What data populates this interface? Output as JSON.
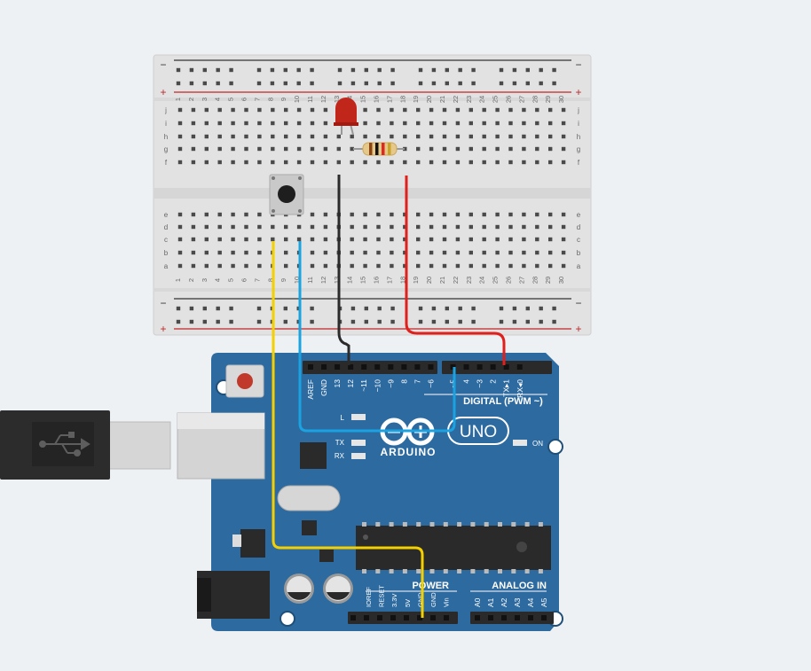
{
  "breadboard": {
    "rail_plus": "+",
    "rail_minus": "−",
    "rows_top": [
      "j",
      "i",
      "h",
      "g",
      "f"
    ],
    "rows_bottom": [
      "e",
      "d",
      "c",
      "b",
      "a"
    ],
    "column_count": 30
  },
  "components": {
    "led": {
      "color": "#c0261a"
    },
    "resistor": {
      "bands": [
        "#8b4513",
        "#111111",
        "#d62d20",
        "#c9a227"
      ]
    },
    "pushbutton": {}
  },
  "wires": {
    "gnd_wire": "#2b2b2b",
    "pin3_wire": "#e0201c",
    "pin7_wire": "#1aa3e0",
    "power_wire": "#f5d000"
  },
  "arduino": {
    "board_color": "#2d6a9f",
    "logo_text": "ARDUINO",
    "uno_text": "UNO",
    "digital_label": "DIGITAL (PWM ~)",
    "digital_pins": [
      "AREF",
      "GND",
      "13",
      "12",
      "~11",
      "~10",
      "~9",
      "8",
      "7",
      "~6",
      "~5",
      "4",
      "~3",
      "2",
      "TX▸1",
      "RX◂0"
    ],
    "led_l": "L",
    "led_tx": "TX",
    "led_rx": "RX",
    "on_label": "ON",
    "power_label": "POWER",
    "power_pins": [
      "IOREF",
      "RESET",
      "3.3V",
      "5V",
      "GND",
      "GND",
      "Vin"
    ],
    "analog_label": "ANALOG IN",
    "analog_pins": [
      "A0",
      "A1",
      "A2",
      "A3",
      "A4",
      "A5"
    ]
  }
}
